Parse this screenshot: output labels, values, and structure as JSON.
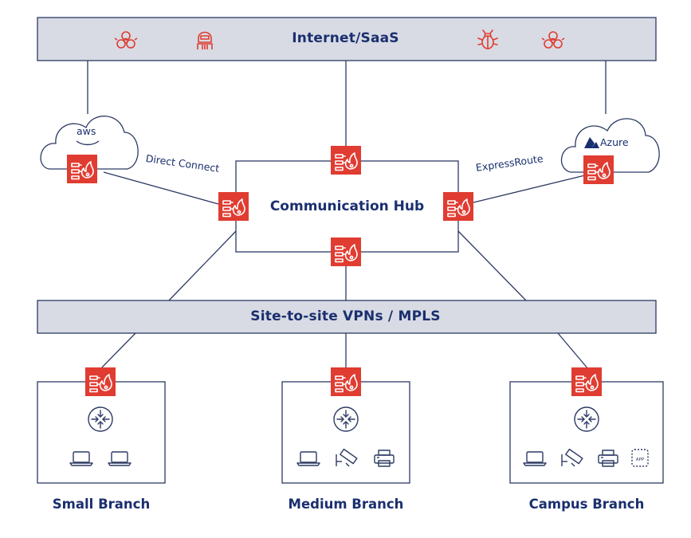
{
  "internet_bar": {
    "label": "Internet/SaaS",
    "threat_icons": [
      "biohazard-icon",
      "hacker-icon",
      "bug-icon",
      "biohazard-icon"
    ]
  },
  "hub": {
    "label": "Communication Hub"
  },
  "vpn_bar": {
    "label": "Site-to-site VPNs / MPLS"
  },
  "clouds": [
    {
      "name": "aws",
      "label": "aws",
      "link_label": "Direct Connect"
    },
    {
      "name": "azure",
      "label": "Azure",
      "link_label": "ExpressRoute"
    }
  ],
  "branches": [
    {
      "label": "Small Branch",
      "devices": [
        "laptop-icon",
        "laptop-icon"
      ]
    },
    {
      "label": "Medium Branch",
      "devices": [
        "laptop-icon",
        "camera-icon",
        "printer-icon"
      ]
    },
    {
      "label": "Campus Branch",
      "devices": [
        "laptop-icon",
        "camera-icon",
        "printer-icon",
        "app-icon"
      ]
    }
  ],
  "colors": {
    "bar_fill": "#d8dbe4",
    "border": "#2c3a63",
    "firewall_red": "#e03c31",
    "text_navy": "#1a2f6e",
    "line": "#2c3a63"
  }
}
